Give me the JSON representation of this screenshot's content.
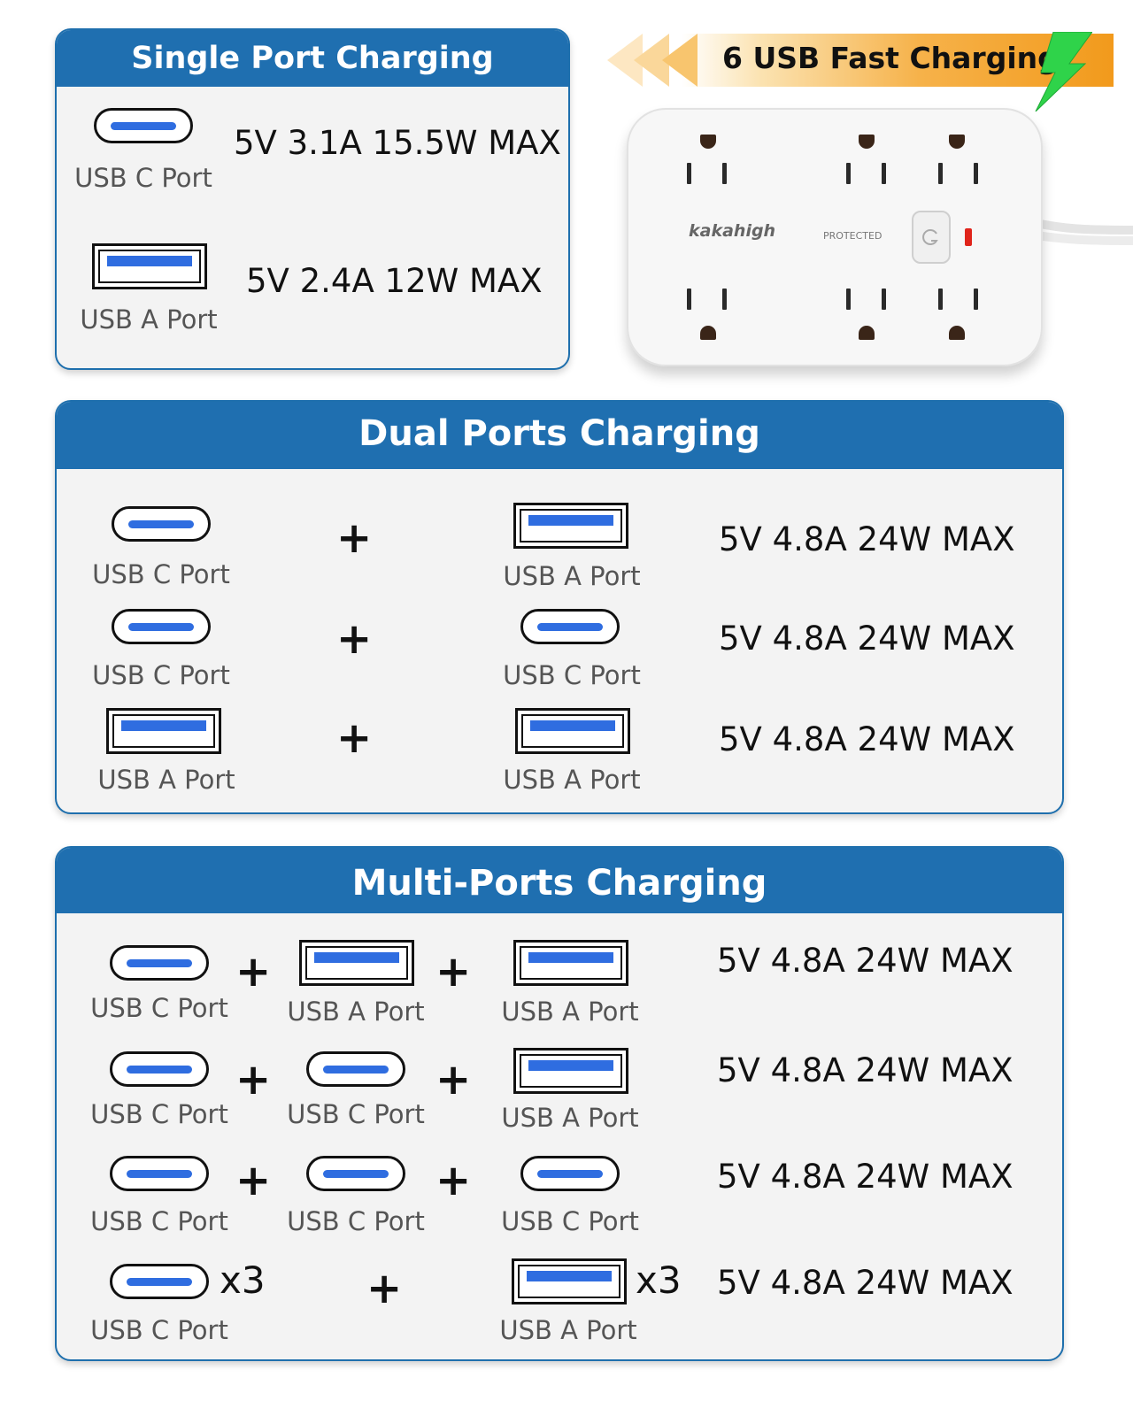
{
  "single": {
    "title": "Single Port Charging",
    "usb_c_label": "USB C Port",
    "usb_c_spec": "5V 3.1A 15.5W MAX",
    "usb_a_label": "USB A Port",
    "usb_a_spec": "5V 2.4A 12W MAX"
  },
  "banner": {
    "text": "6 USB Fast Charging"
  },
  "product": {
    "brand": "kakahigh",
    "protected": "PROTECTED"
  },
  "dual": {
    "title": "Dual Ports Charging",
    "rows": [
      {
        "left": "USB C Port",
        "right": "USB A Port",
        "spec": "5V 4.8A 24W MAX"
      },
      {
        "left": "USB C Port",
        "right": "USB C Port",
        "spec": "5V 4.8A 24W MAX"
      },
      {
        "left": "USB A Port",
        "right": "USB A Port",
        "spec": "5V 4.8A 24W MAX"
      }
    ]
  },
  "multi": {
    "title": "Multi-Ports Charging",
    "rows": [
      {
        "a": "USB C Port",
        "b": "USB A Port",
        "c": "USB A Port",
        "spec": "5V 4.8A 24W MAX"
      },
      {
        "a": "USB C Port",
        "b": "USB C Port",
        "c": "USB A Port",
        "spec": "5V 4.8A 24W MAX"
      },
      {
        "a": "USB C Port",
        "b": "USB C Port",
        "c": "USB C Port",
        "spec": "5V 4.8A 24W MAX"
      }
    ],
    "last": {
      "left": "USB C Port",
      "left_mult": "x3",
      "right": "USB A Port",
      "right_mult": "x3",
      "spec": "5V 4.8A 24W MAX"
    }
  },
  "plus": "+"
}
